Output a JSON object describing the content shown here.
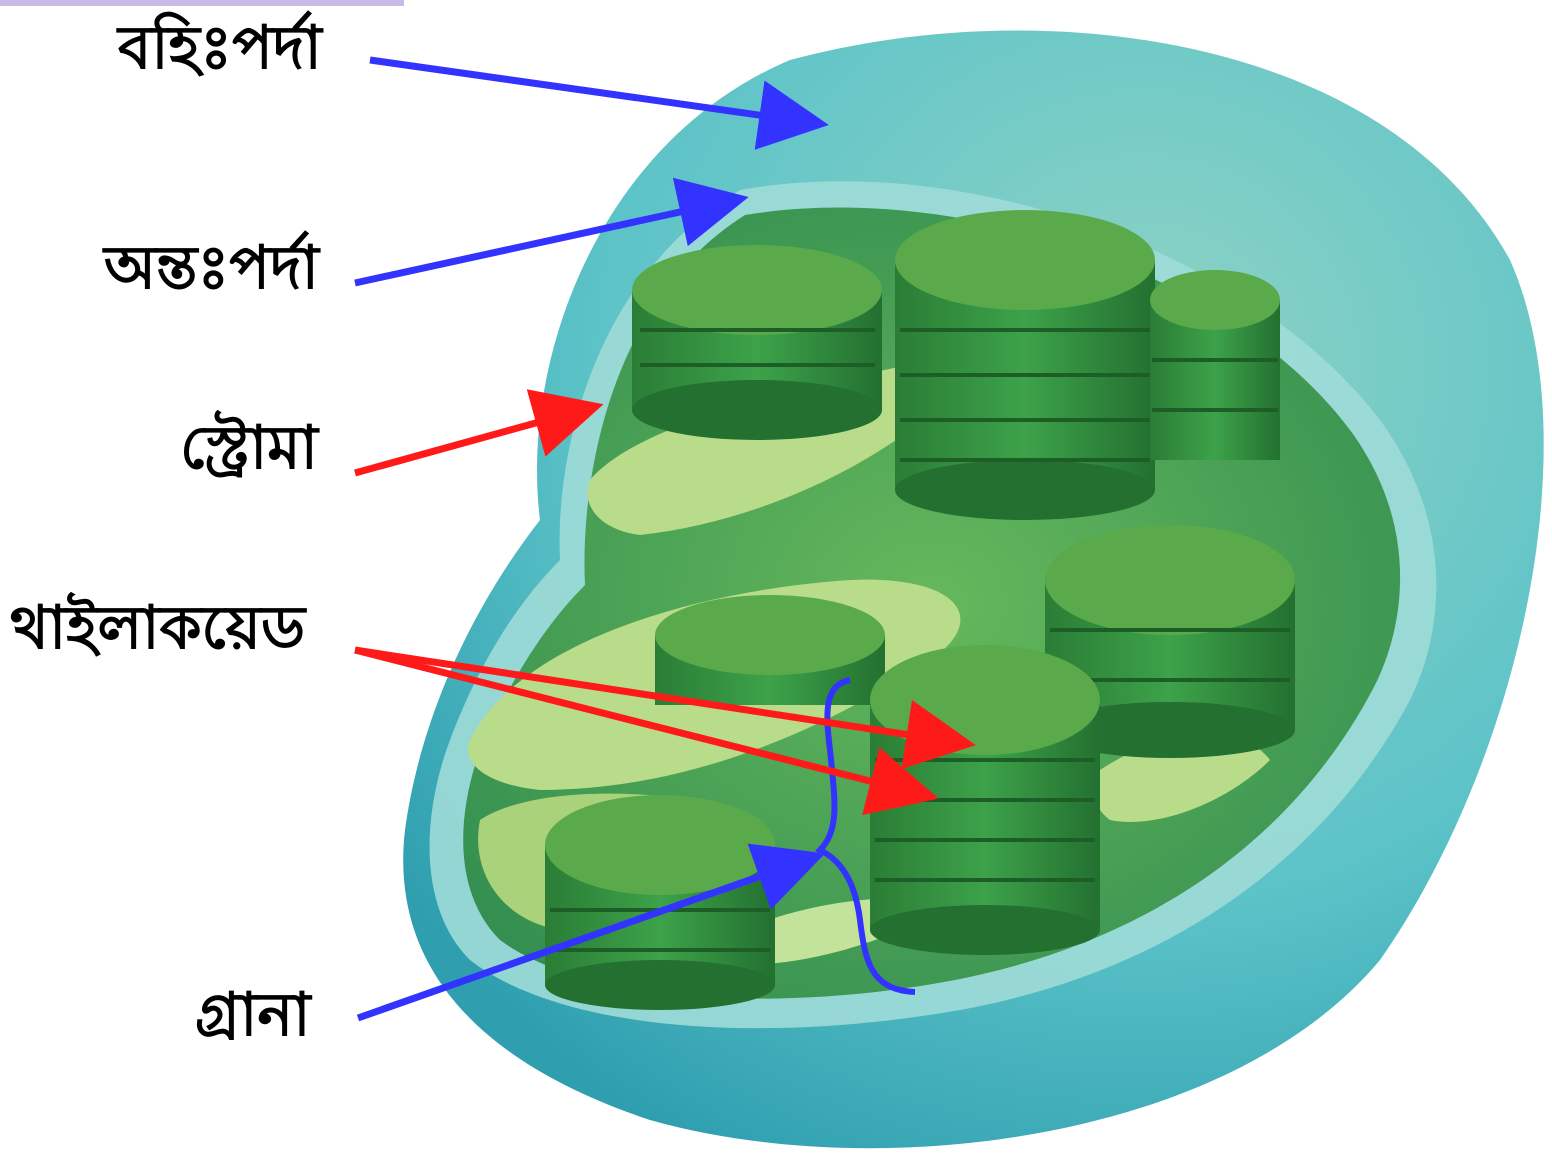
{
  "labels": {
    "outer_membrane": "বহিঃপর্দা",
    "inner_membrane": "অন্তঃপর্দা",
    "stroma": "স্ট্রোমা",
    "thylakoid": "থাইলাকয়েড",
    "grana": "গ্রানা"
  },
  "colors": {
    "blue_arrow": "#3333ff",
    "red_arrow": "#ff1a1a",
    "outer_membrane": "#5cc3c8",
    "inner_membrane": "#9fdcd7",
    "stroma": "#3f9a55",
    "granum": "#2f8a3a",
    "granum_top": "#5aaa4c",
    "thylakoid_light": "#b9dc8a",
    "top_strip": "#c9b8e8"
  }
}
